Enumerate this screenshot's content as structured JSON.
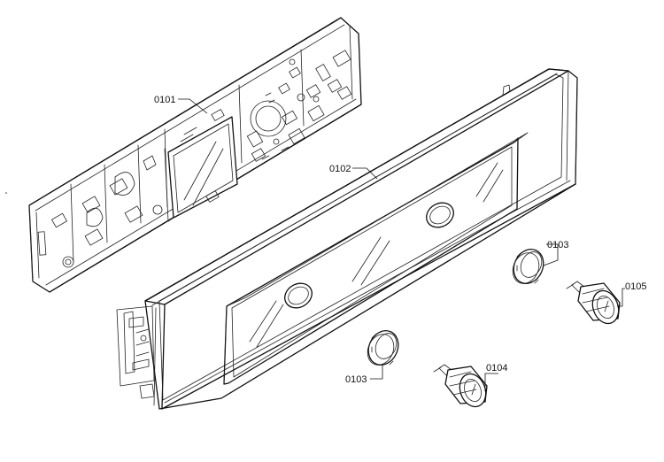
{
  "diagram": {
    "callouts": [
      {
        "id": "0101",
        "text": "0101"
      },
      {
        "id": "0102",
        "text": "0102"
      },
      {
        "id": "0103a",
        "text": "0103"
      },
      {
        "id": "0103b",
        "text": "0103"
      },
      {
        "id": "0104",
        "text": "0104"
      },
      {
        "id": "0105",
        "text": "0105"
      }
    ]
  }
}
